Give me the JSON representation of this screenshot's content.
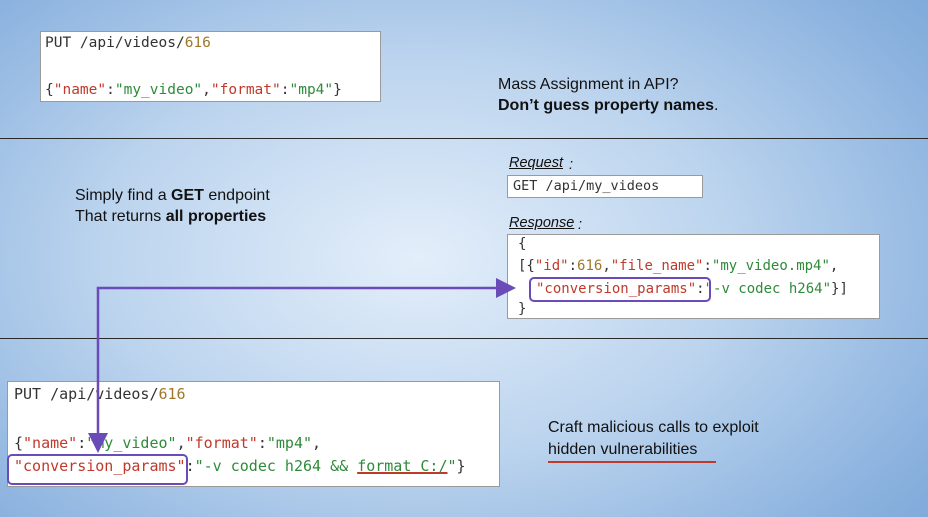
{
  "section1": {
    "code": {
      "line1": {
        "prefix": "PUT /api/videos/",
        "id": "616"
      },
      "line2": {
        "open": "{",
        "k1": "\"name\"",
        "c1": ":",
        "v1": "\"my_video\"",
        "comma": ",",
        "k2": "\"format\"",
        "c2": ":",
        "v2": "\"mp4\"",
        "close": "}"
      }
    },
    "headline": "Mass Assignment in API?",
    "subline": {
      "bold": "Don’t guess property names",
      "end": "."
    }
  },
  "section2": {
    "text": {
      "line1_pre": "Simply find a ",
      "line1_bold": "GET",
      "line1_post": " endpoint",
      "line2_pre": "That returns ",
      "line2_bold": "all properties"
    },
    "request_label": "Request",
    "request_colon": ":",
    "request_value": "GET /api/my_videos",
    "response_label": "Response",
    "response_colon": ":",
    "response": {
      "l1": "{",
      "l2": {
        "open": "[{",
        "k1": "\"id\"",
        "c1": ":",
        "v1": "616",
        "comma": ",",
        "k2": "\"file_name\"",
        "c2": ":",
        "v2": "\"my_video.mp4\"",
        "comma2": ","
      },
      "l3": {
        "k": "\"conversion_params\"",
        "c": ":",
        "v": "\"-v codec h264\"",
        "close": "}]"
      },
      "l4": "}"
    }
  },
  "section3": {
    "code": {
      "line1": {
        "prefix": "PUT /api/videos/",
        "id": "616"
      },
      "line2": {
        "open": "{",
        "k1": "\"name\"",
        "c1": ":",
        "v1": "\"my_video\"",
        "comma": ",",
        "k2": "\"format\"",
        "c2": ":",
        "v2": "\"mp4\"",
        "comma2": ","
      },
      "line3": {
        "k": "\"conversion_params\"",
        "c": ":",
        "v_pre": "\"-v codec h264 && ",
        "v_ul": "format C:/",
        "v_post": "\"",
        "close": "}"
      }
    },
    "craft": {
      "line1": "Craft malicious calls to exploit",
      "line2": "hidden vulnerabilities"
    }
  },
  "colors": {
    "arrow": "#6a4bb8",
    "underline": "#c0392b",
    "key": "#c0392b",
    "value": "#2e8b3a",
    "number": "#a0772a"
  }
}
